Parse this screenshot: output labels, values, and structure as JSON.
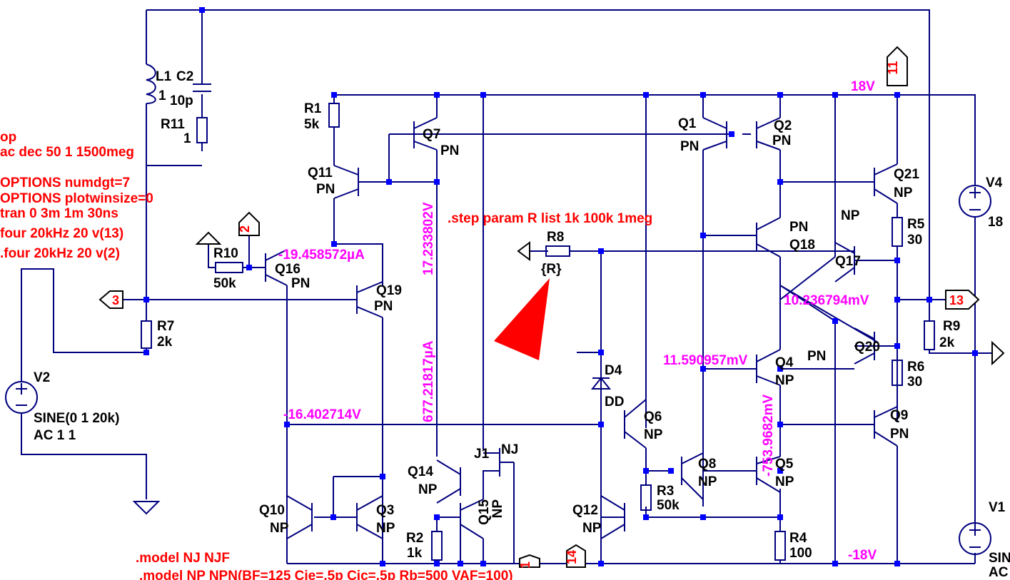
{
  "directives": [
    "op",
    "ac dec 50 1 1500meg",
    "OPTIONS numdgt=7",
    "OPTIONS plotwinsize=0",
    "tran 0 3m 1m 30ns",
    "four 20kHz 20 v(13)",
    ".four 20kHz 20 v(2)"
  ],
  "step_directive": ".step param R list 1k 100k 1meg",
  "models": [
    ".model NJ NJF",
    ".model NP NPN(BF=125 Cje=.5p Cjc=.5p Rb=500 VAF=100)"
  ],
  "components": {
    "L1": {
      "name": "L1",
      "value": "1"
    },
    "C2": {
      "name": "C2",
      "value": "10p"
    },
    "R11": {
      "name": "R11",
      "value": "1"
    },
    "R1": {
      "name": "R1",
      "value": "5k"
    },
    "Q7": {
      "name": "Q7",
      "model": "PN"
    },
    "Q11": {
      "name": "Q11",
      "model": "PN"
    },
    "Q1": {
      "name": "Q1",
      "model": "PN"
    },
    "Q2": {
      "name": "Q2",
      "model": "PN"
    },
    "Q21": {
      "name": "Q21",
      "model": "NP"
    },
    "R5": {
      "name": "R5",
      "value": "30"
    },
    "Q17": {
      "name": "Q17",
      "model": "NP"
    },
    "Q18": {
      "name": "Q18",
      "model": "PN"
    },
    "V4": {
      "name": "V4",
      "value": "18"
    },
    "R10": {
      "name": "R10",
      "value": "50k"
    },
    "Q16": {
      "name": "Q16",
      "model": "PN"
    },
    "Q19": {
      "name": "Q19",
      "model": "PN"
    },
    "R8": {
      "name": "R8",
      "value": "{R}"
    },
    "R7": {
      "name": "R7",
      "value": "2k"
    },
    "V2": {
      "name": "V2",
      "value": "SINE(0 1 20k)",
      "ac": "AC 1 1"
    },
    "D4": {
      "name": "D4",
      "model": "DD"
    },
    "Q4": {
      "name": "Q4",
      "model": "NP"
    },
    "Q20": {
      "name": "Q20",
      "model": "PN"
    },
    "R9": {
      "name": "R9",
      "value": "2k"
    },
    "R6": {
      "name": "R6",
      "value": "30"
    },
    "Q6": {
      "name": "Q6",
      "model": "NP"
    },
    "Q9": {
      "name": "Q9",
      "model": "PN"
    },
    "J1": {
      "name": "J1",
      "model": "NJ"
    },
    "Q14": {
      "name": "Q14",
      "model": "NP"
    },
    "Q15": {
      "name": "Q15",
      "model": "NP"
    },
    "Q8": {
      "name": "Q8",
      "model": "NP"
    },
    "Q5": {
      "name": "Q5",
      "model": "NP"
    },
    "R3": {
      "name": "R3",
      "value": "50k"
    },
    "Q10": {
      "name": "Q10",
      "model": "NP"
    },
    "Q3": {
      "name": "Q3",
      "model": "NP"
    },
    "R2": {
      "name": "R2",
      "value": "1k"
    },
    "Q12": {
      "name": "Q12",
      "model": "NP"
    },
    "R4": {
      "name": "R4",
      "value": "100"
    },
    "V1": {
      "name": "V1",
      "value": "SIN",
      "ac": "AC"
    }
  },
  "nets": {
    "vpos": "18V",
    "vneg": "-18V",
    "flag_11": "11",
    "flag_2": "2",
    "flag_3": "3",
    "flag_13": "13",
    "flag_14": "14",
    "flag_1": "1"
  },
  "annotations": {
    "i_q16": "-19.458572µA",
    "v_q7": "17.233802V",
    "i_q14": "677.21817µA",
    "v_base": "-16.402714V",
    "v_out": "10.236794mV",
    "v_q4": "11.590957mV",
    "v_q5": "-753.9682mV"
  },
  "colors": {
    "wire": "#000080",
    "node": "#0000ff",
    "directive": "#ff0000",
    "annotation": "#ff00ff",
    "probe": "#ff0000"
  }
}
